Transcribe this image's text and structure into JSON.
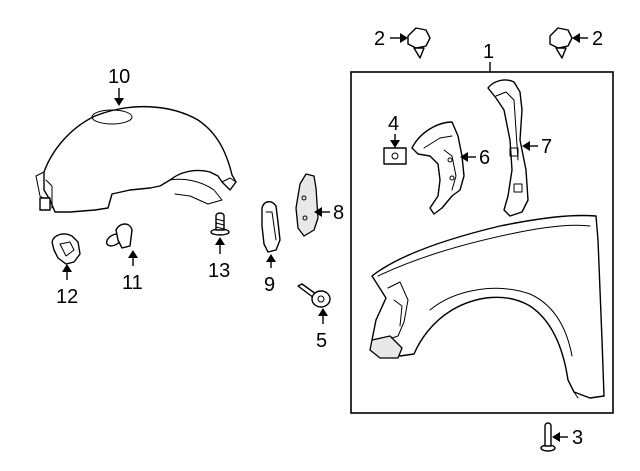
{
  "diagram": {
    "type": "exploded-parts-diagram",
    "callouts": [
      {
        "id": "callout-1",
        "label": "1"
      },
      {
        "id": "callout-2-left",
        "label": "2"
      },
      {
        "id": "callout-2-right",
        "label": "2"
      },
      {
        "id": "callout-3",
        "label": "3"
      },
      {
        "id": "callout-4",
        "label": "4"
      },
      {
        "id": "callout-5",
        "label": "5"
      },
      {
        "id": "callout-6",
        "label": "6"
      },
      {
        "id": "callout-7",
        "label": "7"
      },
      {
        "id": "callout-8",
        "label": "8"
      },
      {
        "id": "callout-9",
        "label": "9"
      },
      {
        "id": "callout-10",
        "label": "10"
      },
      {
        "id": "callout-11",
        "label": "11"
      },
      {
        "id": "callout-12",
        "label": "12"
      },
      {
        "id": "callout-13",
        "label": "13"
      }
    ],
    "colors": {
      "line": "#000000",
      "background": "#ffffff",
      "part_fill": "#ffffff",
      "shade_fill": "#e8e8e8"
    }
  }
}
